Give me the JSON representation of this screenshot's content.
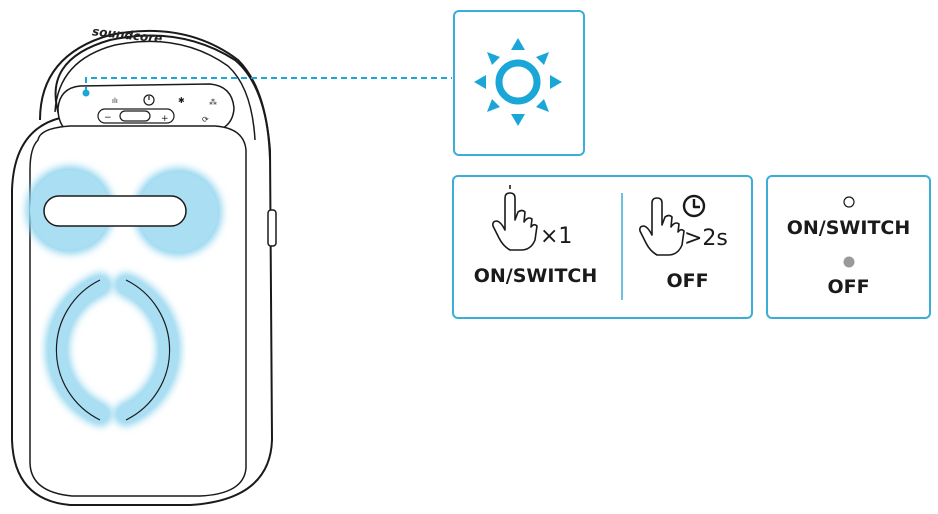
{
  "device": {
    "brand": "soundcore"
  },
  "light_icon": {
    "icon": "light-sun-icon",
    "color": "#1aa7d8"
  },
  "actions": {
    "press_once": {
      "icon": "tap-hand-icon",
      "count": "×1",
      "label": "ON/SWITCH"
    },
    "press_hold": {
      "icon": "tap-hand-clock-icon",
      "duration": ">2s",
      "label": "OFF"
    }
  },
  "indicator": {
    "on_label": "ON/SWITCH",
    "off_label": "OFF"
  },
  "colors": {
    "box_border": "#3aaed8",
    "glow": "#8ed3ee",
    "line": "#1a1a1a"
  }
}
